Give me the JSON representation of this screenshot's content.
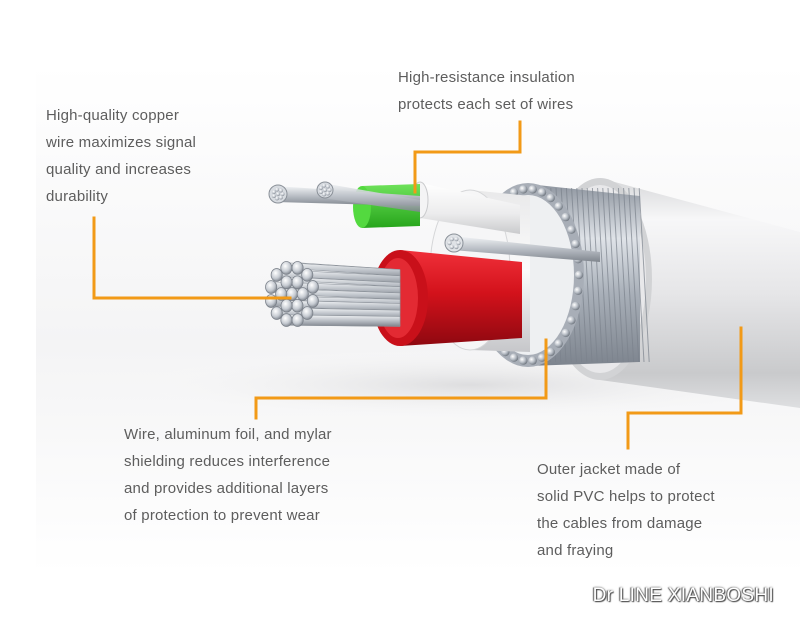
{
  "captions": {
    "copper": {
      "lines": [
        "High-quality copper",
        "wire maximizes signal",
        "quality and increases",
        "durability"
      ]
    },
    "insulation": {
      "lines": [
        "High-resistance insulation",
        "protects each set of wires"
      ]
    },
    "shielding": {
      "lines": [
        "Wire, aluminum foil, and mylar",
        "shielding reduces interference",
        "and provides additional layers",
        "of protection to prevent wear"
      ]
    },
    "jacket": {
      "lines": [
        "Outer jacket made of",
        "solid PVC helps to protect",
        "the cables from damage",
        "and fraying"
      ]
    }
  },
  "brand": "Dr LINE XIANBOSHI",
  "colors": {
    "callout_line": "#f29a17",
    "caption_text": "#5d5d5d",
    "outer_jacket": "#e9e9ea",
    "braid": "#b9bec6",
    "red_insulation": "#d3121b",
    "green_insulation": "#3fcf2c",
    "copper_strand": "#cfd3d8"
  }
}
